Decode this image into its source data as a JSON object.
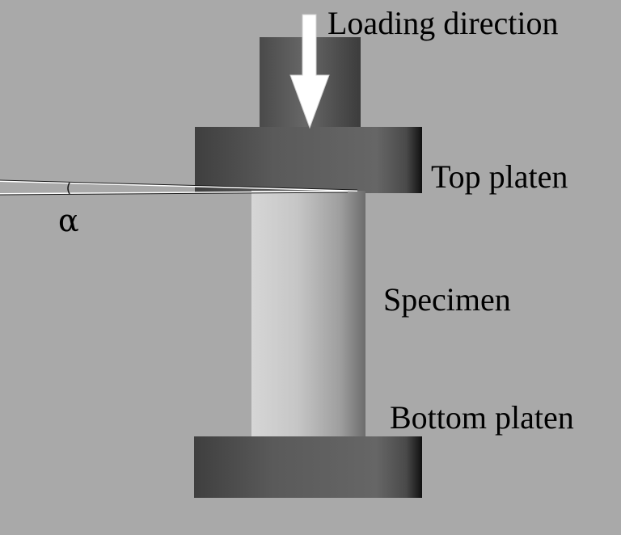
{
  "labels": {
    "loading_direction": "Loading direction",
    "top_platen": "Top platen",
    "specimen": "Specimen",
    "bottom_platen": "Bottom platen",
    "tilt_angle": "α"
  },
  "colors": {
    "background": "#a8a8a8",
    "platen_dark": "#474747",
    "platen_mid": "#6e6e6e",
    "specimen_light": "#cfcfcf",
    "arrow": "#ffffff"
  }
}
